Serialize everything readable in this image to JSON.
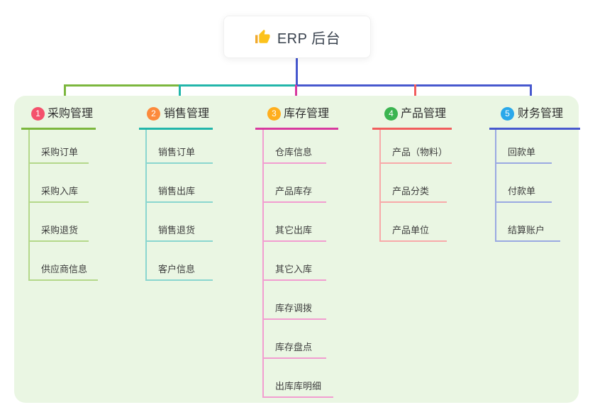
{
  "canvas": {
    "background": "#ffffff",
    "panel_background": "#eaf6e3"
  },
  "root": {
    "label": "ERP 后台",
    "icon": "thumbs-up-icon",
    "stem_color": "#4758ce",
    "text_color": "#39424e"
  },
  "branches": [
    {
      "badge": "1",
      "label": "采购管理",
      "badge_color": "#f4516c",
      "line_color": "#7cb73e",
      "child_line_color": "#b4d88a",
      "children": [
        "采购订单",
        "采购入库",
        "采购退货",
        "供应商信息"
      ]
    },
    {
      "badge": "2",
      "label": "销售管理",
      "badge_color": "#fc8a3c",
      "line_color": "#22b6aa",
      "child_line_color": "#8ad6cf",
      "children": [
        "销售订单",
        "销售出库",
        "销售退货",
        "客户信息"
      ]
    },
    {
      "badge": "3",
      "label": "库存管理",
      "badge_color": "#ffae1e",
      "line_color": "#d8399f",
      "child_line_color": "#f29dd0",
      "children": [
        "仓库信息",
        "产品库存",
        "其它出库",
        "其它入库",
        "库存调拨",
        "库存盘点",
        "出库库明细"
      ]
    },
    {
      "badge": "4",
      "label": "产品管理",
      "badge_color": "#3bb450",
      "line_color": "#f15d5d",
      "child_line_color": "#f8a9a9",
      "children": [
        "产品（物料）",
        "产品分类",
        "产品单位"
      ]
    },
    {
      "badge": "5",
      "label": "财务管理",
      "badge_color": "#2aa8ea",
      "line_color": "#4758ce",
      "child_line_color": "#9aa9e2",
      "children": [
        "回款单",
        "付款单",
        "结算账户"
      ]
    }
  ]
}
